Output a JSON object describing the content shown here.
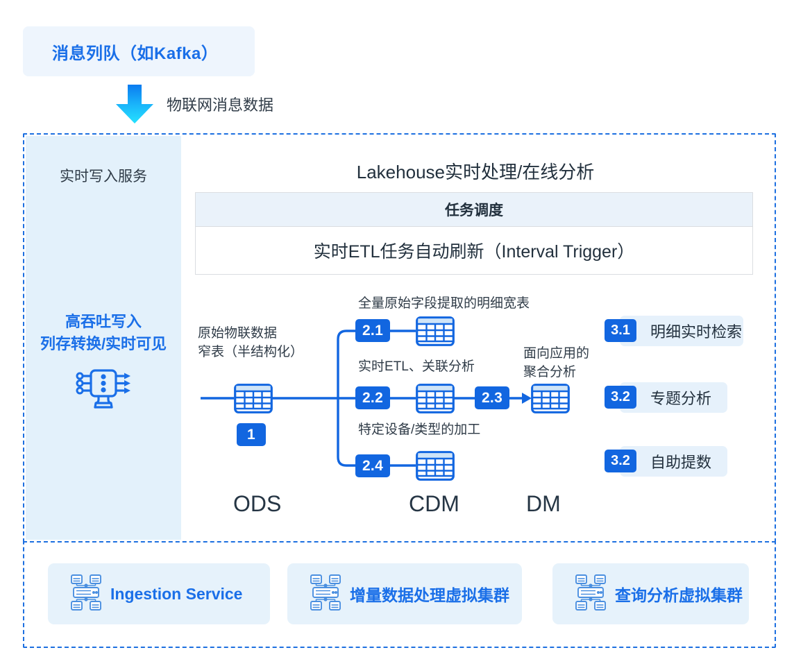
{
  "header": {
    "queue_label": "消息列队（如Kafka）",
    "arrow_label": "物联网消息数据",
    "arrow_icon": "down-arrow-gradient-icon",
    "accent": "#1a6fe8",
    "box_bg": "#eef5fd"
  },
  "sidebar": {
    "top_label": "实时写入服务",
    "feature_line1": "高吞吐写入",
    "feature_line2": "列存转换/实时可见",
    "icon": "chip-processor-icon",
    "bg": "#e3f1fb"
  },
  "main": {
    "headline": "Lakehouse实时处理/在线分析",
    "schedule": {
      "header": "任务调度",
      "row": "实时ETL任务自动刷新（Interval Trigger）",
      "header_bg": "#eaf2fa"
    },
    "layers": [
      {
        "name": "ODS"
      },
      {
        "name": "CDM"
      },
      {
        "name": "DM"
      }
    ],
    "captions": {
      "ods": "原始物联数据\n窄表（半结构化）",
      "ods_line1": "原始物联数据",
      "ods_line2": "窄表（半结构化）",
      "branch_21": "全量原始字段提取的明细宽表",
      "branch_22": "实时ETL、关联分析",
      "branch_24": "特定设备/类型的加工",
      "dm_line1": "面向应用的",
      "dm_line2": "聚合分析"
    },
    "badges": {
      "ods": "1",
      "b21": "2.1",
      "b22": "2.2",
      "b23": "2.3",
      "b24": "2.4"
    },
    "results": [
      {
        "badge": "3.1",
        "label": "明细实时检索"
      },
      {
        "badge": "3.2",
        "label": "专题分析"
      },
      {
        "badge": "3.2",
        "label": "自助提数"
      }
    ],
    "badge_color": "#1266e0",
    "pill_bg": "#e6f1fb",
    "border_color": "#1c6fe0"
  },
  "bottom": {
    "cards": [
      {
        "label": "Ingestion Service",
        "icon": "server-cluster-icon"
      },
      {
        "label": "增量数据处理虚拟集群",
        "icon": "server-cluster-icon"
      },
      {
        "label": "查询分析虚拟集群",
        "icon": "server-cluster-icon"
      }
    ],
    "card_bg": "#e6f2fb"
  }
}
